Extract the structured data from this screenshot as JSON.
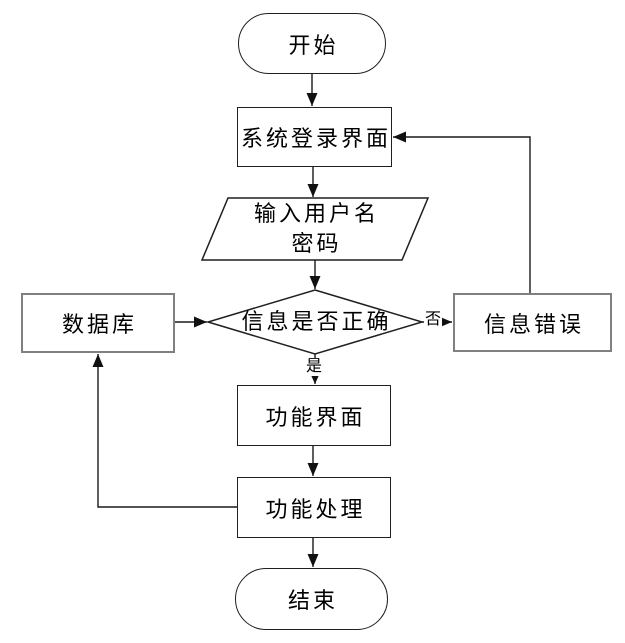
{
  "diagram": {
    "type": "flowchart",
    "background_color": "#ffffff",
    "line_color": "#1a1a1a",
    "main_border_color": "#1f1f1f",
    "side_box_border_color": "#808080",
    "nodes": {
      "start": {
        "shape": "terminator",
        "label": "开始"
      },
      "login": {
        "shape": "process",
        "label": "系统登录界面"
      },
      "input": {
        "shape": "parallelogram",
        "label_line1": "输入用户名",
        "label_line2": "密码"
      },
      "decision": {
        "shape": "diamond",
        "label": "信息是否正确"
      },
      "database": {
        "shape": "process",
        "label": "数据库"
      },
      "error": {
        "shape": "process",
        "label": "信息错误"
      },
      "func_ui": {
        "shape": "process",
        "label": "功能界面"
      },
      "func_proc": {
        "shape": "process",
        "label": "功能处理"
      },
      "end": {
        "shape": "terminator",
        "label": "结束"
      }
    },
    "edge_labels": {
      "no": "否",
      "yes": "是"
    },
    "edges": [
      "start -> login",
      "login -> input",
      "input -> decision",
      "decision -(是)-> func_ui",
      "decision -(否)-> error",
      "error -> login",
      "database -> decision",
      "func_ui -> func_proc",
      "func_proc -> end",
      "func_proc -> database"
    ]
  }
}
